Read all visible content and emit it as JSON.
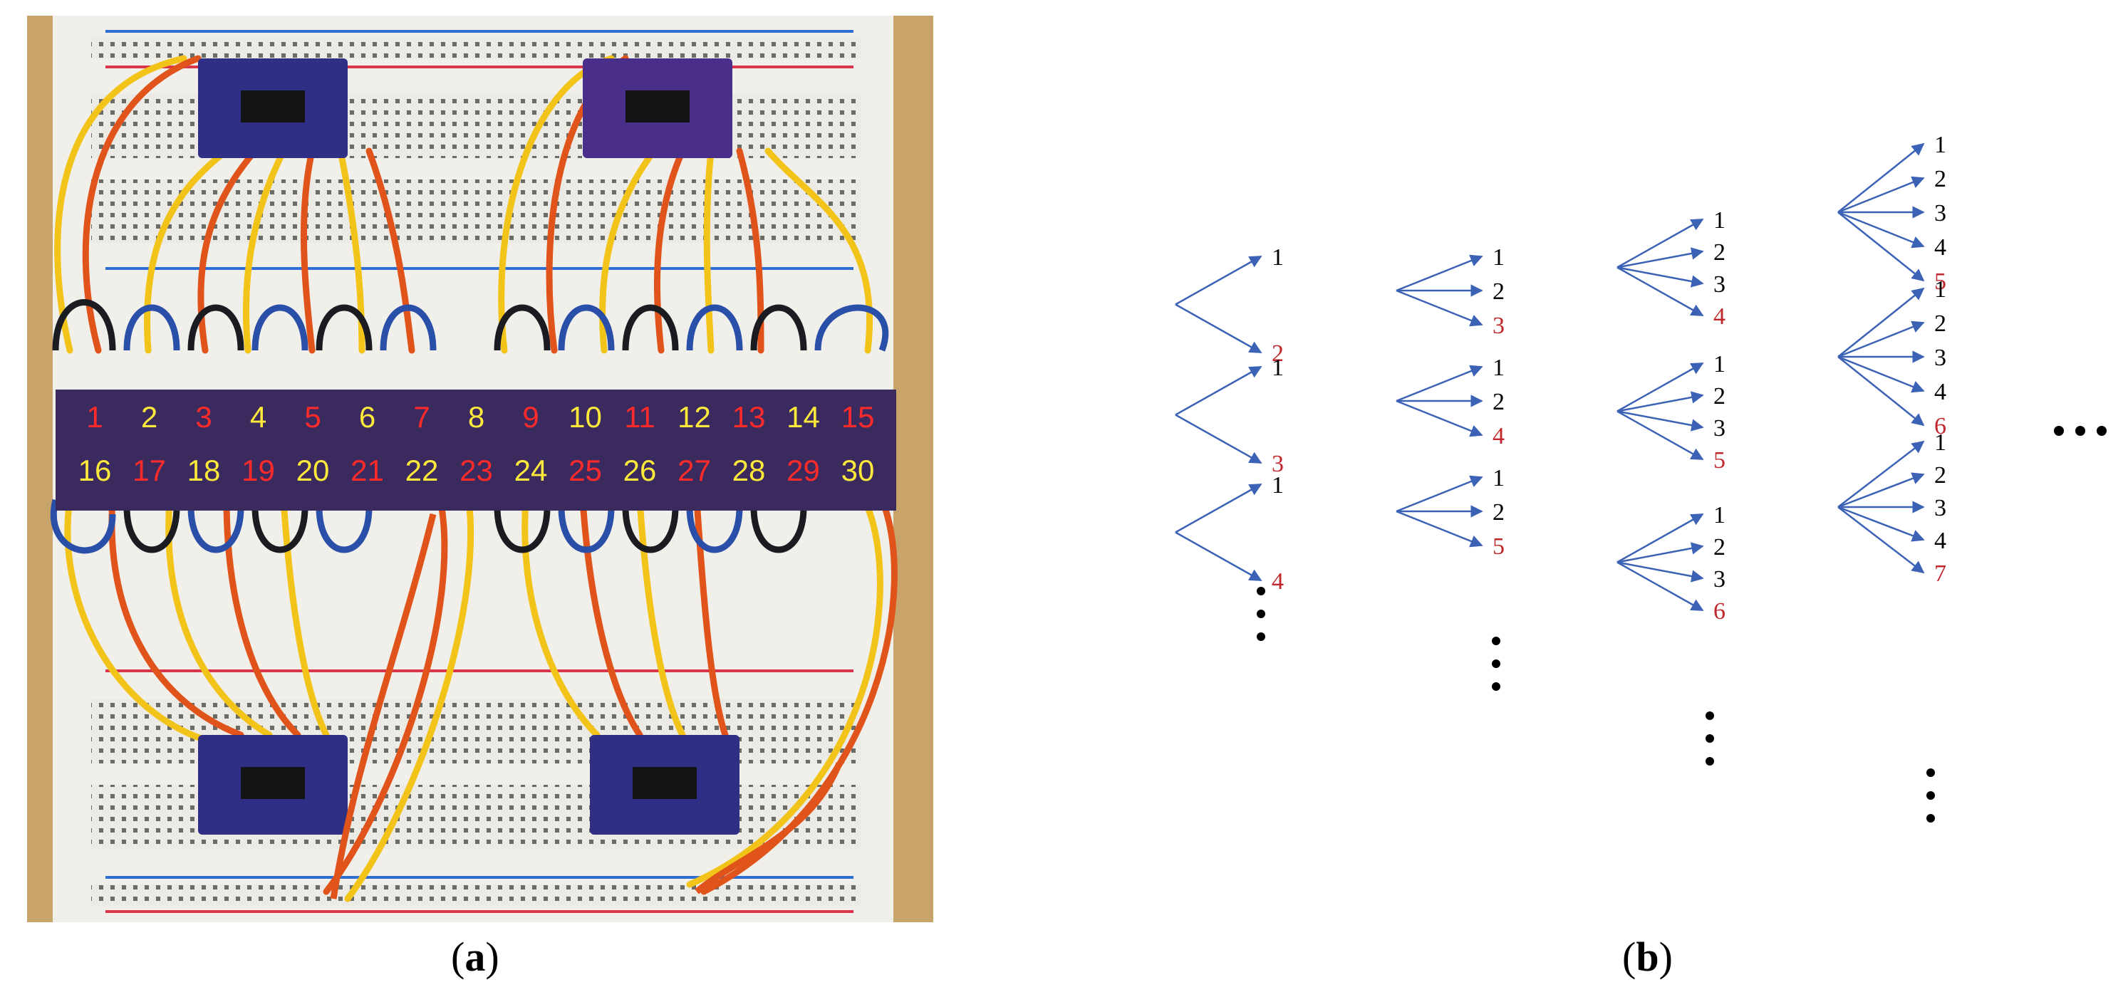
{
  "captions": {
    "a_letter": "a",
    "b_letter": "b"
  },
  "photo": {
    "sensor_labels": [
      {
        "text": "1",
        "color": "red"
      },
      {
        "text": "2",
        "color": "yellow"
      },
      {
        "text": "3",
        "color": "red"
      },
      {
        "text": "4",
        "color": "yellow"
      },
      {
        "text": "5",
        "color": "red"
      },
      {
        "text": "6",
        "color": "yellow"
      },
      {
        "text": "7",
        "color": "red"
      },
      {
        "text": "8",
        "color": "yellow"
      },
      {
        "text": "9",
        "color": "red"
      },
      {
        "text": "10",
        "color": "yellow"
      },
      {
        "text": "11",
        "color": "red"
      },
      {
        "text": "12",
        "color": "yellow"
      },
      {
        "text": "13",
        "color": "red"
      },
      {
        "text": "14",
        "color": "yellow"
      },
      {
        "text": "15",
        "color": "red"
      },
      {
        "text": "16",
        "color": "yellow"
      },
      {
        "text": "17",
        "color": "red"
      },
      {
        "text": "18",
        "color": "yellow"
      },
      {
        "text": "19",
        "color": "red"
      },
      {
        "text": "20",
        "color": "yellow"
      },
      {
        "text": "21",
        "color": "red"
      },
      {
        "text": "22",
        "color": "yellow"
      },
      {
        "text": "23",
        "color": "red"
      },
      {
        "text": "24",
        "color": "yellow"
      },
      {
        "text": "25",
        "color": "red"
      },
      {
        "text": "26",
        "color": "yellow"
      },
      {
        "text": "27",
        "color": "red"
      },
      {
        "text": "28",
        "color": "yellow"
      },
      {
        "text": "29",
        "color": "red"
      },
      {
        "text": "30",
        "color": "yellow"
      }
    ]
  },
  "tree": {
    "columns": [
      {
        "groups": [
          [
            "1",
            "2"
          ],
          [
            "1",
            "3"
          ],
          [
            "1",
            "4"
          ]
        ]
      },
      {
        "groups": [
          [
            "1",
            "2",
            "3"
          ],
          [
            "1",
            "2",
            "4"
          ],
          [
            "1",
            "2",
            "5"
          ]
        ]
      },
      {
        "groups": [
          [
            "1",
            "2",
            "3",
            "4"
          ],
          [
            "1",
            "2",
            "3",
            "5"
          ],
          [
            "1",
            "2",
            "3",
            "6"
          ]
        ]
      },
      {
        "groups": [
          [
            "1",
            "2",
            "3",
            "4",
            "5"
          ],
          [
            "1",
            "2",
            "3",
            "4",
            "6"
          ],
          [
            "1",
            "2",
            "3",
            "4",
            "7"
          ]
        ]
      }
    ],
    "continuation": "•••",
    "colors": {
      "arrow": "#3b62b5",
      "normal": "#000000",
      "last": "#c0282d"
    }
  }
}
